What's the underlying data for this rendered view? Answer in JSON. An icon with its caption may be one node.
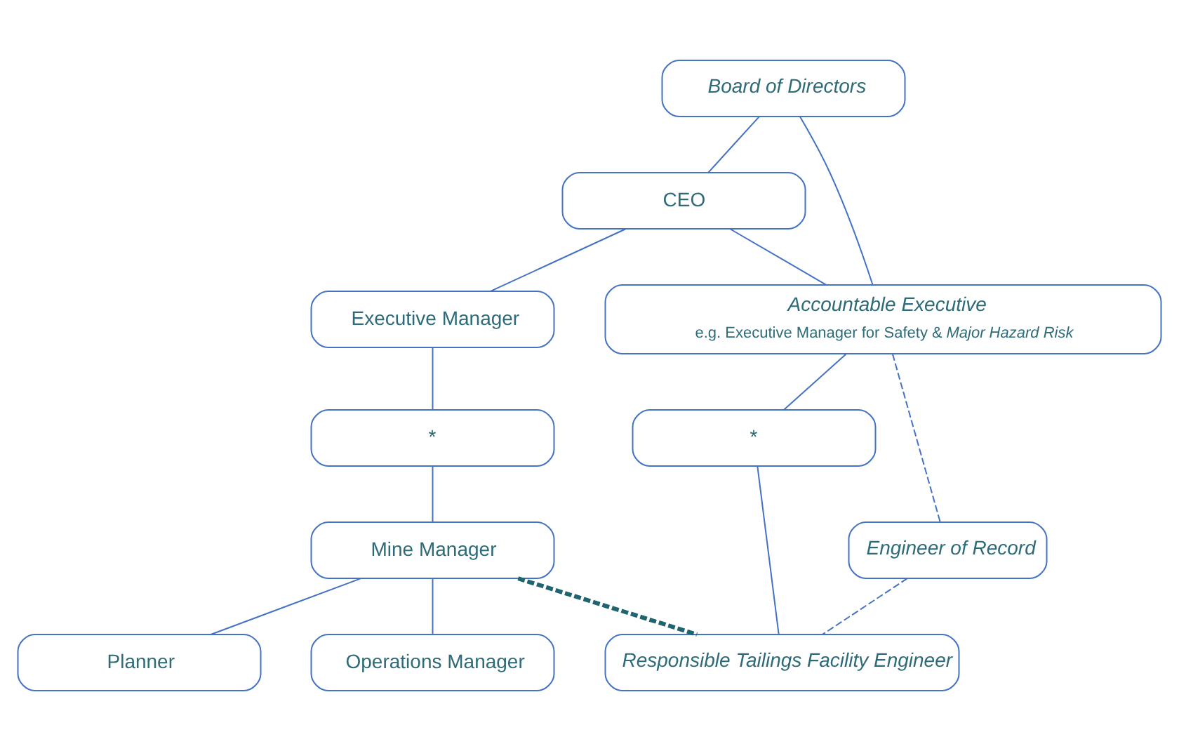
{
  "diagram": {
    "nodes": [
      {
        "text": [
          "Board of Directors"
        ]
      },
      {
        "text": [
          "CEO"
        ]
      },
      {
        "text": [
          "Executive Manager"
        ]
      },
      {
        "text": [
          "Accountable Executive",
          "e.g. Executive Manager for Safety & *Major Hazard Risk*"
        ]
      },
      {
        "text": [
          "*"
        ]
      },
      {
        "text": [
          "*"
        ]
      },
      {
        "text": [
          "Mine Manager"
        ]
      },
      {
        "text": [
          "Engineer of Record"
        ]
      },
      {
        "text": [
          "Planner"
        ]
      },
      {
        "text": [
          "Operations Manager"
        ]
      },
      {
        "text": [
          "Responsible Tailings Facility Engineer"
        ]
      }
    ],
    "edges": [
      {
        "from": 0,
        "to": 1,
        "arrow": "none"
      },
      {
        "from": 0,
        "to": 3,
        "arrow": "none"
      },
      {
        "from": 1,
        "to": 2,
        "arrow": "none"
      },
      {
        "from": 1,
        "to": 3,
        "arrow": "none"
      },
      {
        "from": 2,
        "to": 4,
        "arrow": "none"
      },
      {
        "from": 3,
        "to": 5,
        "arrow": "none"
      },
      {
        "from": 3,
        "to": 7,
        "arrow": "none",
        "style": "dashed"
      },
      {
        "from": 4,
        "to": 6,
        "arrow": "none"
      },
      {
        "from": 5,
        "to": 10,
        "arrow": "none"
      },
      {
        "from": 6,
        "to": 8,
        "arrow": "none"
      },
      {
        "from": 6,
        "to": 9,
        "arrow": "none"
      },
      {
        "from": 6,
        "to": 10,
        "arrow": "none",
        "style": "dashed",
        "color": "#1f6570"
      },
      {
        "from": 7,
        "to": 10,
        "arrow": "none",
        "style": "dashed"
      }
    ]
  }
}
